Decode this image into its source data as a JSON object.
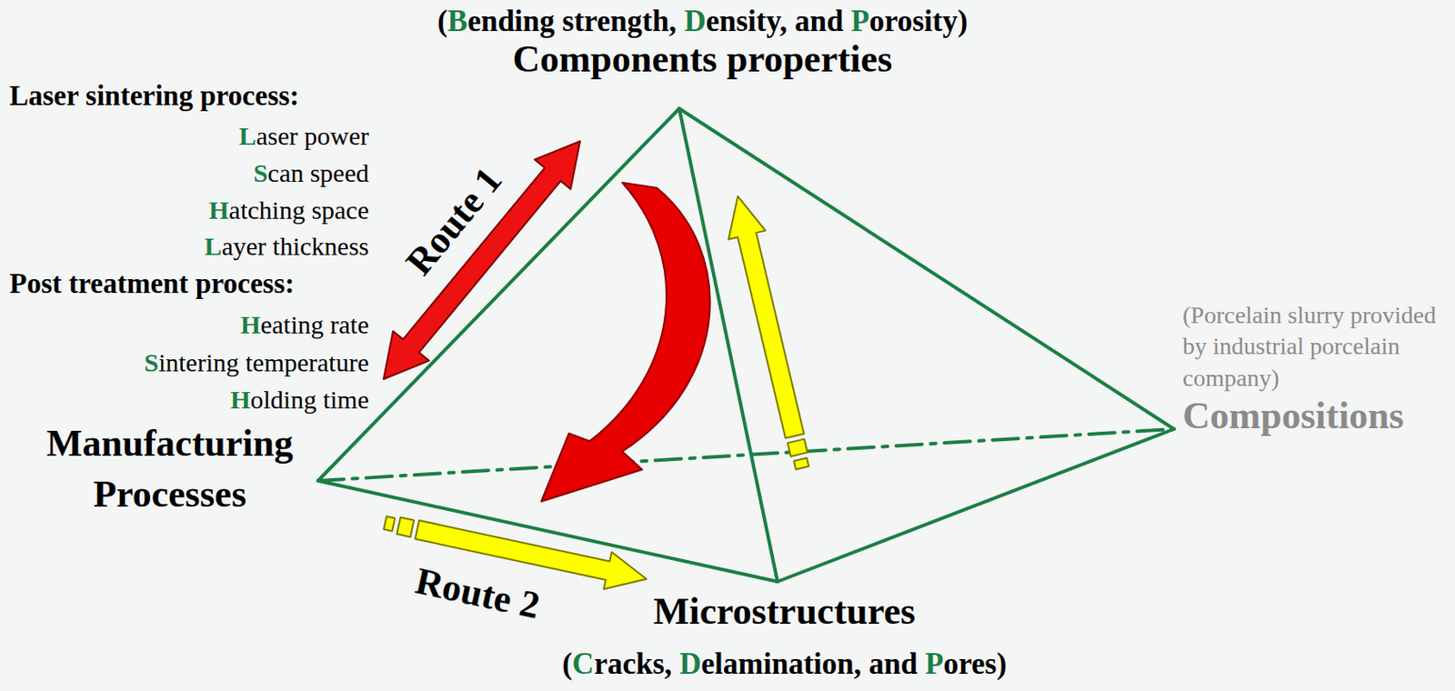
{
  "diagram": {
    "nodes": [
      {
        "text": [
          "(Bending strength, Density, and Porosity)",
          "Components properties"
        ]
      },
      {
        "text": [
          "Manufacturing Processes"
        ]
      },
      {
        "text": [
          "Microstructures",
          "(Cracks, Delamination, and Pores)"
        ]
      },
      {
        "text": [
          "(Porcelain slurry provided by industrial porcelain company)",
          "Compositions"
        ]
      }
    ],
    "edges": [
      {
        "from": 1,
        "to": 0,
        "arrow": "both",
        "label": "Route 1"
      },
      {
        "from": 1,
        "to": 2,
        "arrow": "to",
        "label": "Route 2"
      },
      {
        "from": 2,
        "to": 0,
        "arrow": "to"
      }
    ],
    "labels": [
      "Laser sintering process:",
      "Laser power",
      "Scan speed",
      "Hatching space",
      "Layer thickness",
      "Post treatment process:",
      "Heating rate",
      "Sintering temperature",
      "Holding time"
    ]
  }
}
